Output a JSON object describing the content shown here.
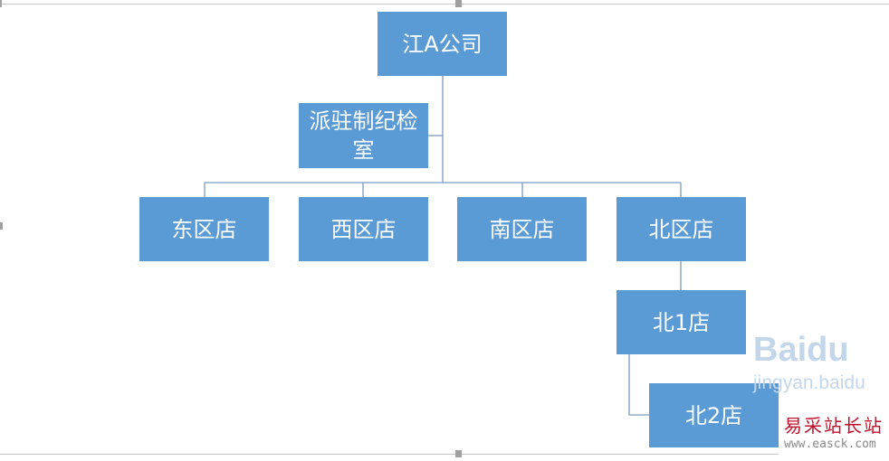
{
  "diagram": {
    "root": "江A公司",
    "assistant": "派驻制纪检室",
    "stores": [
      "东区店",
      "西区店",
      "南区店",
      "北区店"
    ],
    "sub1": "北1店",
    "sub2": "北2店"
  },
  "colors": {
    "node_fill": "#5b9bd5",
    "connector": "#7a9cc0",
    "node_text": "#ffffff"
  },
  "watermarks": {
    "baidu": "Baidu",
    "baidu_sub": "jingyan.baidu",
    "easck_cn": "易采站长站",
    "easck_url": "www.easck.com"
  }
}
